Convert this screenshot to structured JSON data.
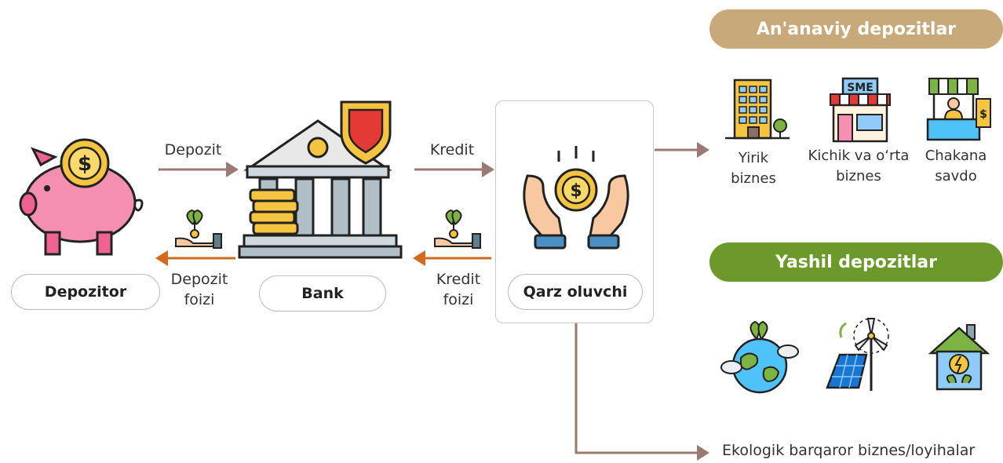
{
  "nodes": {
    "depositor": "Depozitor",
    "bank": "Bank",
    "borrower": "Qarz oluvchi"
  },
  "arrows": {
    "deposit": "Depozit",
    "deposit_interest_1": "Depozit",
    "deposit_interest_2": "foizi",
    "credit": "Kredit",
    "credit_interest_1": "Kredit",
    "credit_interest_2": "foizi"
  },
  "traditional": {
    "title": "An'anaviy depozitlar",
    "items": [
      {
        "line1": "Yirik",
        "line2": "biznes",
        "icon": "office-building-icon"
      },
      {
        "line1": "Kichik va o‘rta",
        "line2": "biznes",
        "icon": "sme-shop-icon",
        "sign": "SME"
      },
      {
        "line1": "Chakana",
        "line2": "savdo",
        "icon": "retail-stall-icon"
      }
    ],
    "color": "#c8a97a"
  },
  "green": {
    "title": "Yashil depozitlar",
    "icons": [
      "eco-globe-icon",
      "solar-wind-icon",
      "green-house-icon"
    ],
    "color": "#6b9a2a"
  },
  "bottom_label": "Ekologik barqaror biznes/loyihalar",
  "colors": {
    "arrow_grey": "#9a7a73",
    "arrow_orange": "#d2691e",
    "pink": "#f48fb1",
    "gold": "#f5c542"
  }
}
